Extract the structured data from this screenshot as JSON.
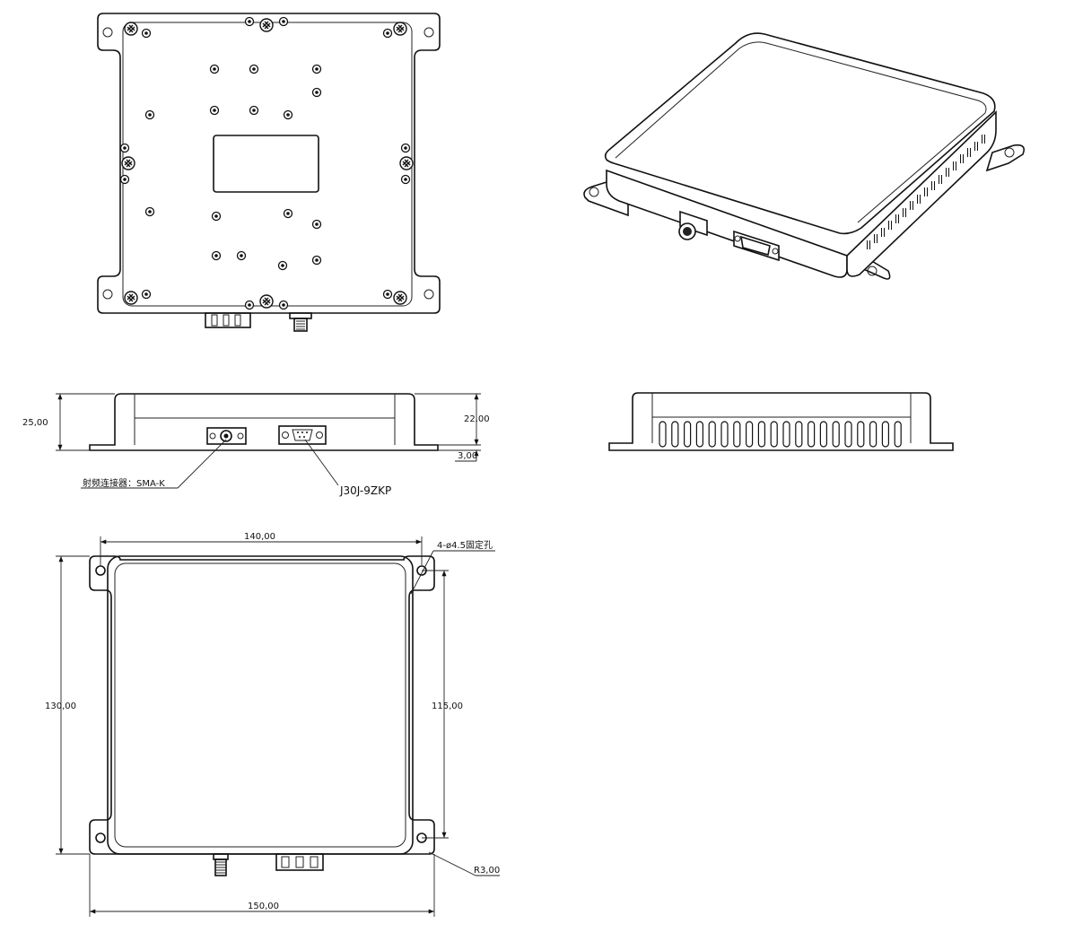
{
  "labels": {
    "height_total": "25,00",
    "height_body": "22,00",
    "flange_thickness": "3,00",
    "rf_connector": "射频连接器：SMA-K",
    "data_connector": "J30J-9ZKP",
    "width_holes": "140,00",
    "holes_note": "4-ø4.5固定孔",
    "height_overall": "130,00",
    "height_holes": "115,00",
    "corner_radius": "R3,00",
    "width_overall": "150,00"
  }
}
